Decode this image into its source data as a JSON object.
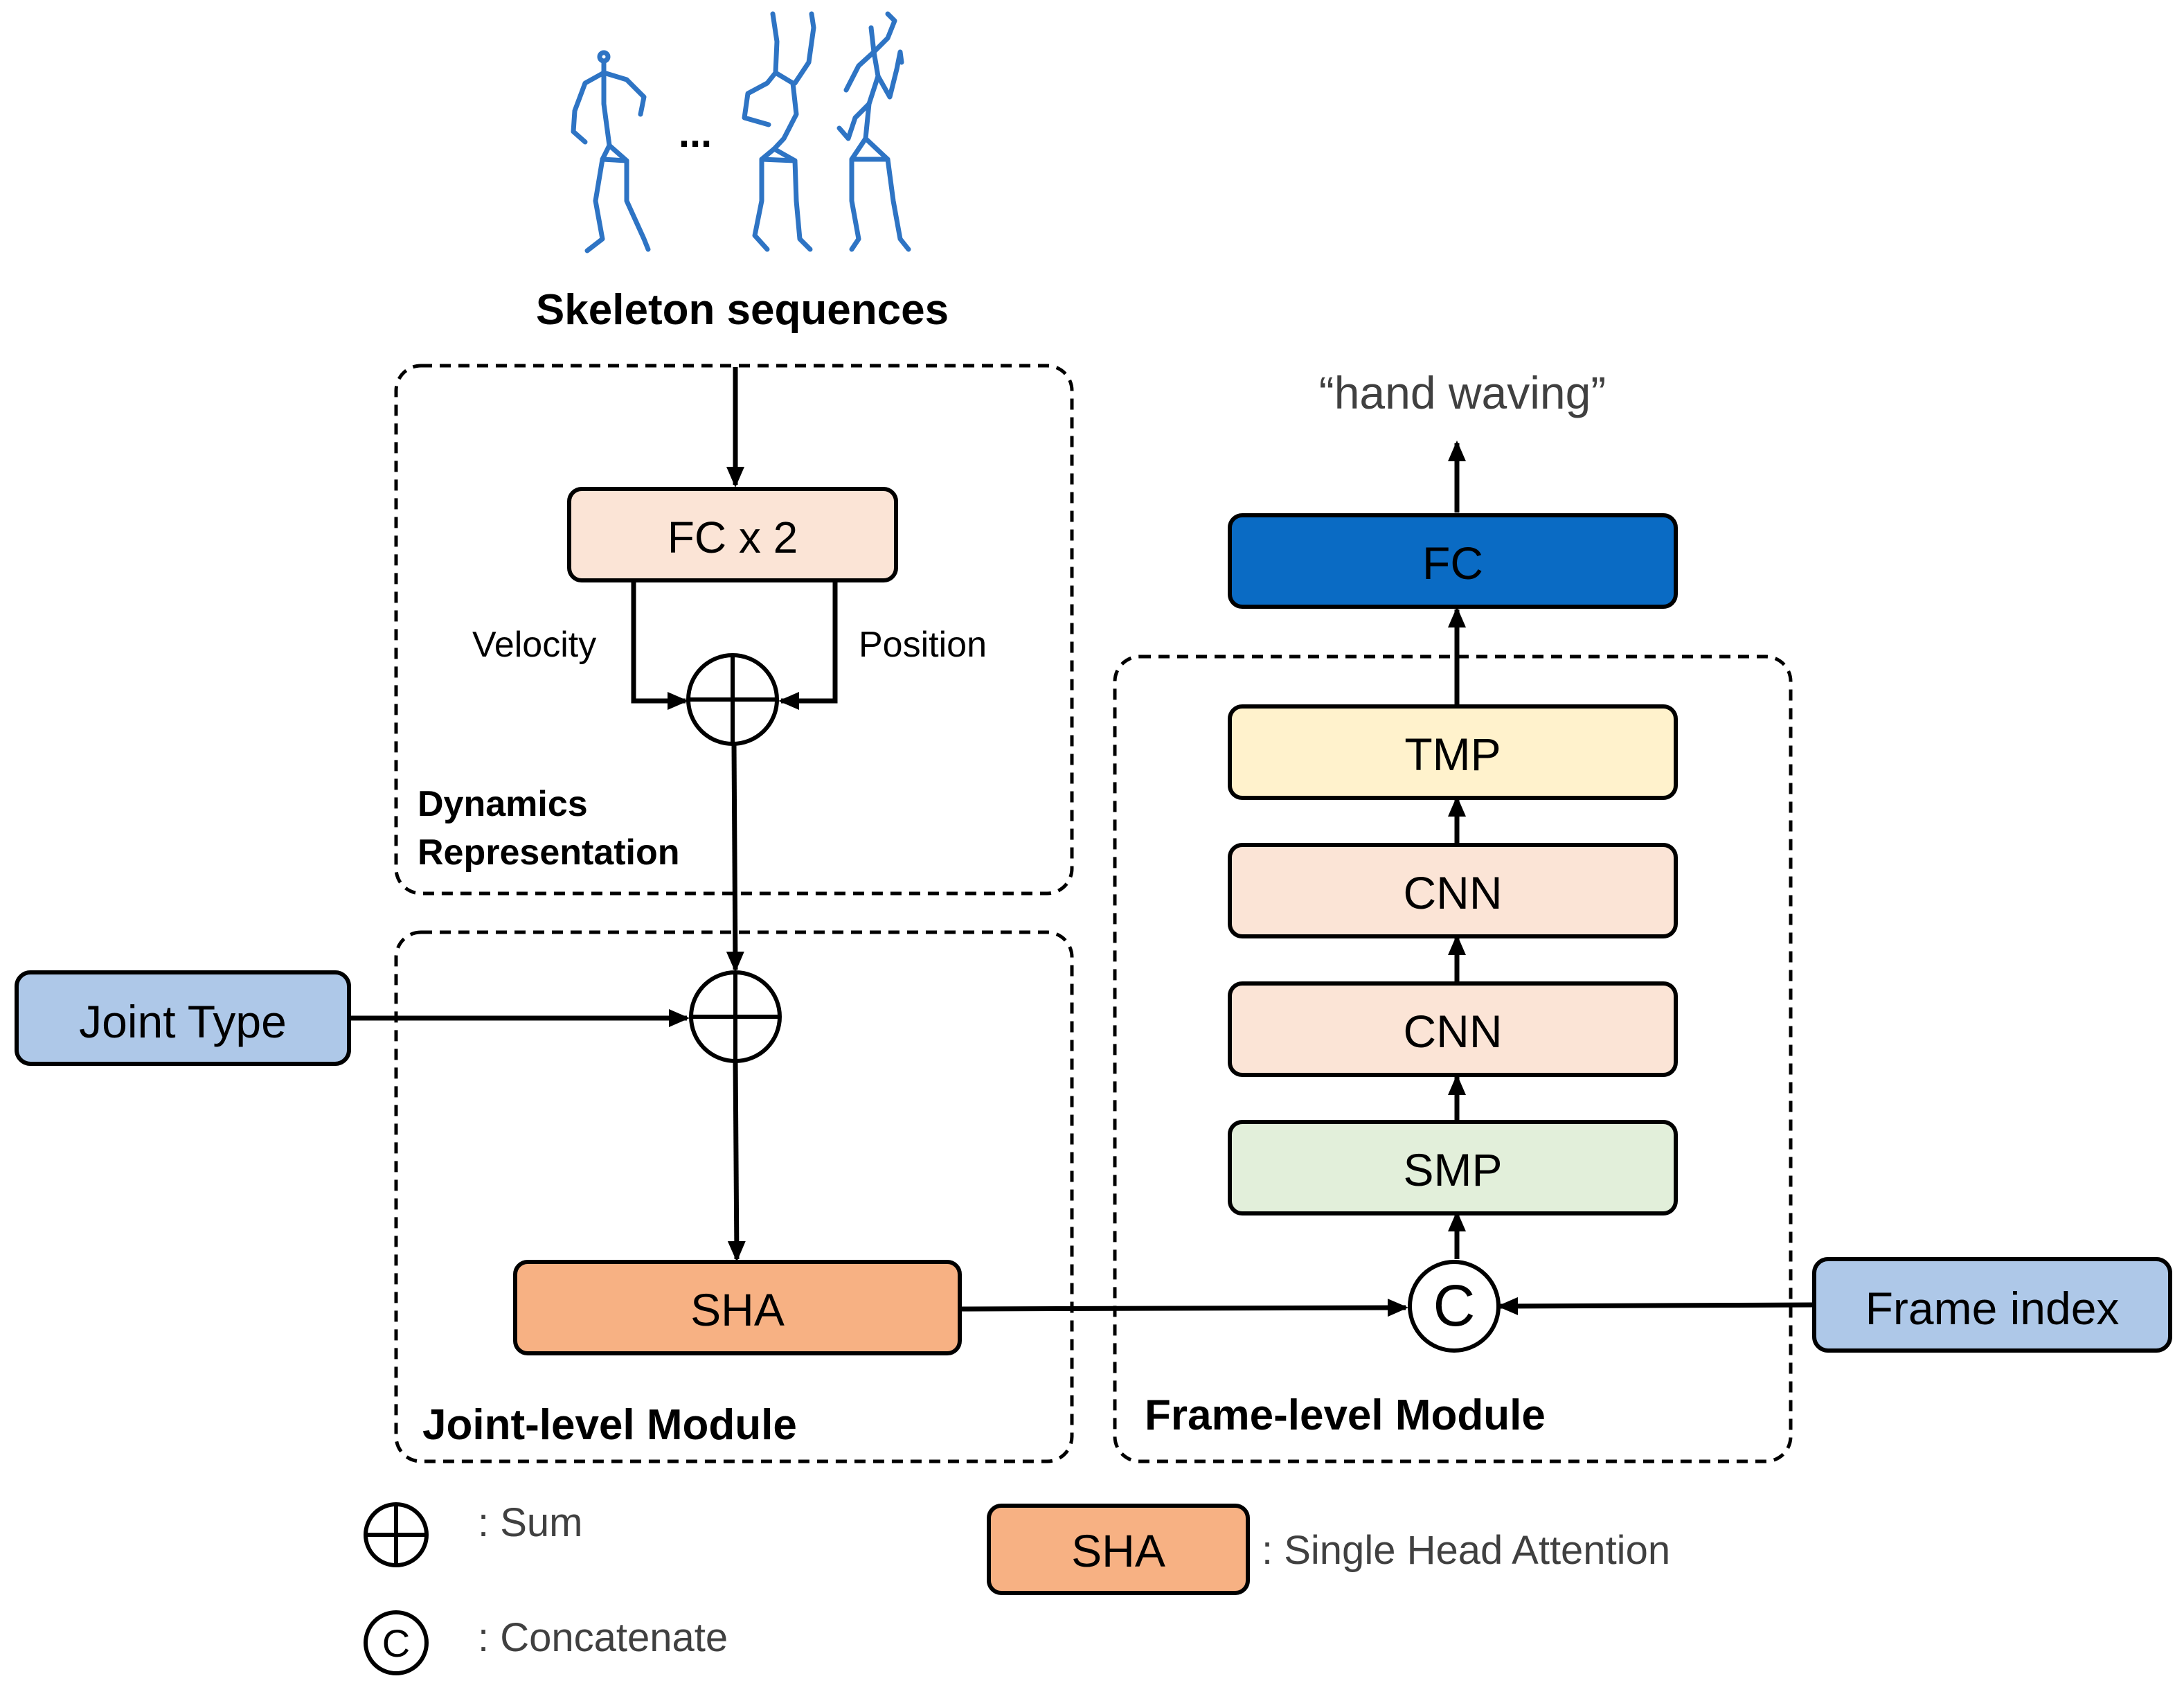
{
  "title": "Skeleton sequences",
  "output_label": "“hand waving”",
  "ellipsis": "...",
  "groups": {
    "dynamics": "Dynamics Representation",
    "dynamics_line1": "Dynamics",
    "dynamics_line2": "Representation",
    "joint_level": "Joint-level Module",
    "frame_level": "Frame-level Module"
  },
  "blocks": {
    "fc_x2": "FC x 2",
    "velocity": "Velocity",
    "position": "Position",
    "joint_type": "Joint Type",
    "sha": "SHA",
    "frame_index": "Frame index",
    "smp": "SMP",
    "cnn_1": "CNN",
    "cnn_2": "CNN",
    "tmp": "TMP",
    "fc": "FC",
    "concat_symbol": "C"
  },
  "legend": {
    "sum": ": Sum",
    "concatenate": ": Concatenate",
    "concat_symbol": "C",
    "sha_box": "SHA",
    "sha_desc": ": Single Head Attention"
  },
  "colors": {
    "peach": "#fbe4d6",
    "blue_input": "#aec8e8",
    "orange": "#f7b183",
    "green": "#e2efda",
    "yellow": "#fff2cc",
    "dark_blue": "#0a6bc4",
    "skeleton": "#2e74c4"
  }
}
